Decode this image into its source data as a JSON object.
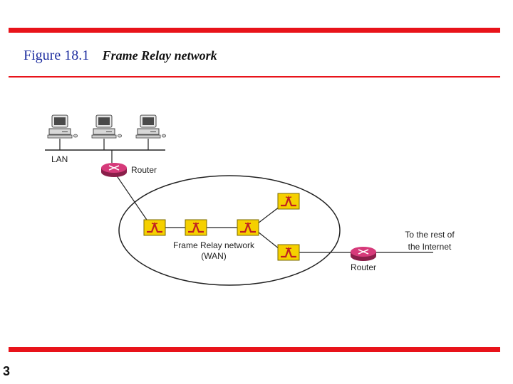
{
  "figure": {
    "number": "Figure 18.1",
    "caption": "Frame Relay network"
  },
  "page_number": "3",
  "diagram": {
    "lan_label": "LAN",
    "router_top_label": "Router",
    "router_right_label": "Router",
    "network_label_line1": "Frame Relay network",
    "network_label_line2": "(WAN)",
    "internet_label_line1": "To the rest of",
    "internet_label_line2": "the Internet"
  },
  "colors": {
    "accent_red": "#e8131a",
    "title_blue": "#1f2fa0",
    "switch_fill": "#f5d000",
    "router_fill": "#d63a7a"
  }
}
